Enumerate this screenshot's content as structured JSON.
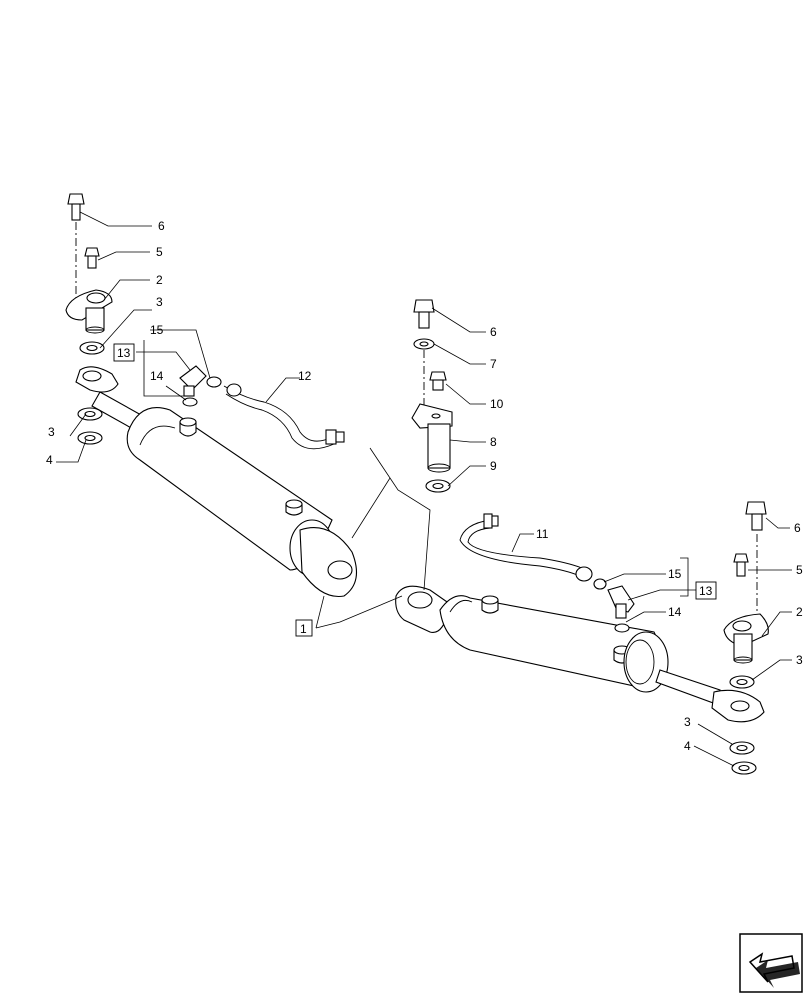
{
  "callouts": {
    "l_6": "6",
    "l_5": "5",
    "l_2": "2",
    "l_3a": "3",
    "l_15": "15",
    "l_13": "13",
    "l_14": "14",
    "l_12": "12",
    "l_3b": "3",
    "l_4": "4",
    "c_6": "6",
    "c_7": "7",
    "c_10": "10",
    "c_8": "8",
    "c_9": "9",
    "r_11": "11",
    "r_15": "15",
    "r_13": "13",
    "r_14": "14",
    "r_6": "6",
    "r_5": "5",
    "r_2": "2",
    "r_3a": "3",
    "r_3b": "3",
    "r_4": "4",
    "b_1": "1"
  },
  "icons": {
    "nav_arrow": "arrow-back-icon"
  }
}
